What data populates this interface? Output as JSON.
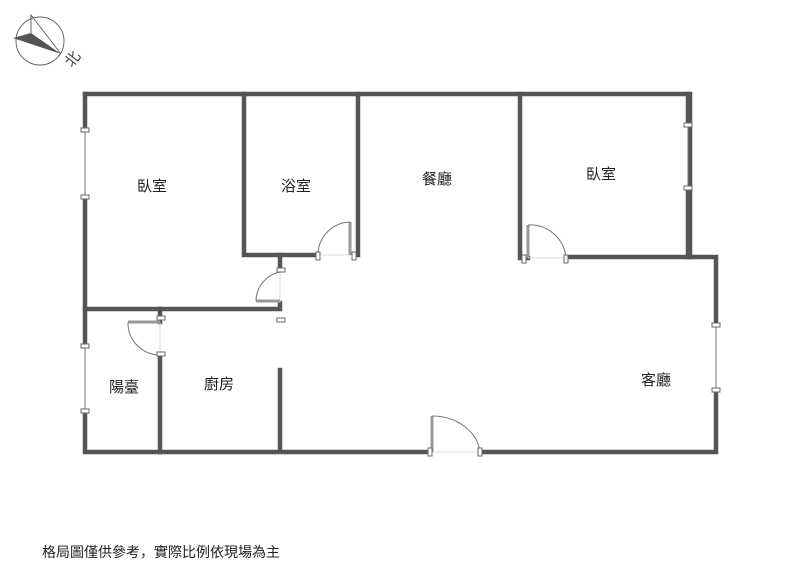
{
  "compass": {
    "north_label": "北"
  },
  "rooms": {
    "bedroom_left": "臥室",
    "bathroom": "浴室",
    "dining": "餐廳",
    "bedroom_right": "臥室",
    "balcony": "陽臺",
    "kitchen": "廚房",
    "living": "客廳"
  },
  "note": "格局圖僅供參考，實際比例依現場為主",
  "colors": {
    "wall": "#555555"
  }
}
